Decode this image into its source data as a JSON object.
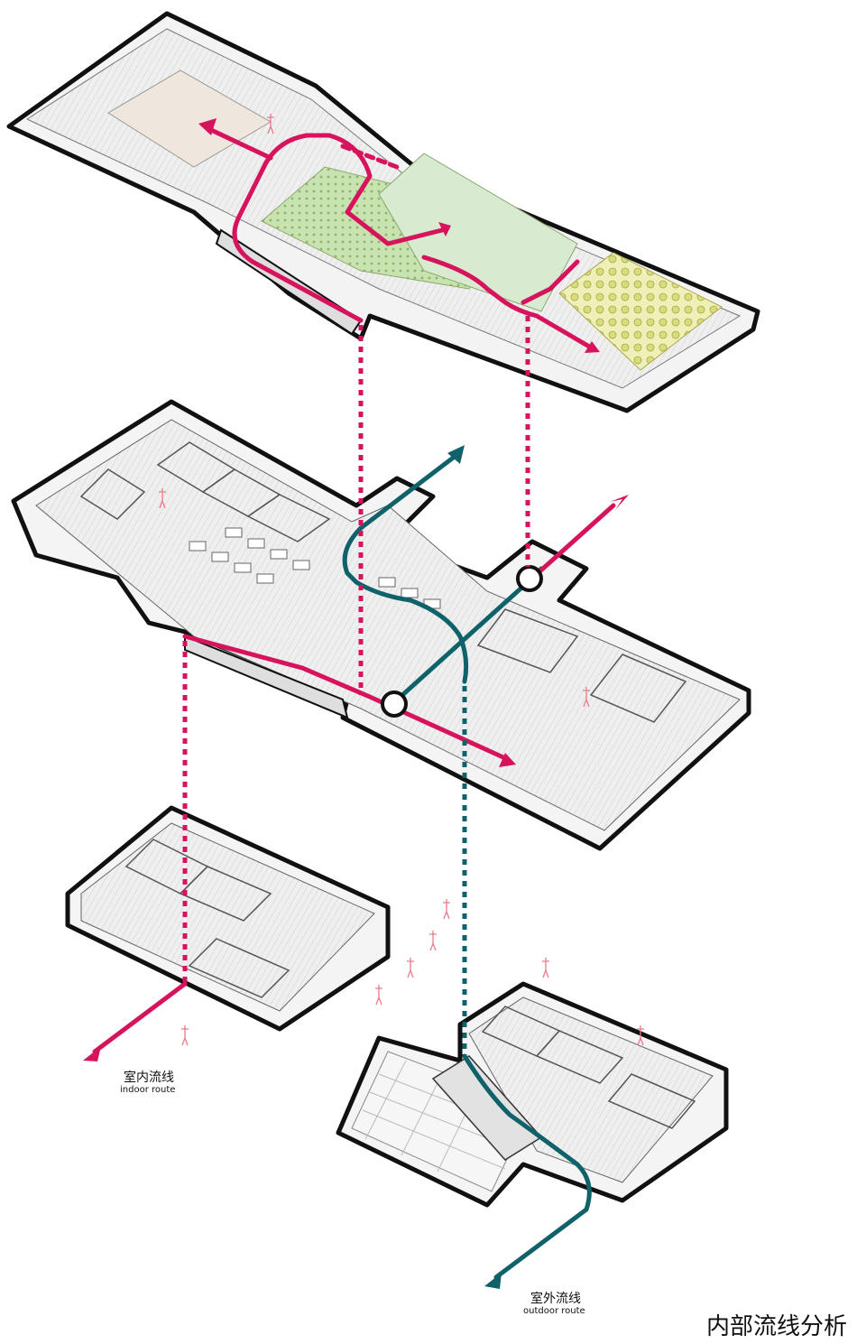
{
  "colors": {
    "indoor_route": "#d6135c",
    "outdoor_route": "#0f6269",
    "outline": "#111111",
    "floor": "#e6e6e6",
    "wall": "#f4f4f4",
    "people": "#e97a8a",
    "roof_garden": "#c9e3b0",
    "roof_flower": "#e6ea9a",
    "roof_panel": "#efe6de"
  },
  "icons": [
    "arrow-head-icon",
    "circle-node-icon"
  ],
  "labels": {
    "indoor_cn": "室内流线",
    "indoor_en": "indoor route",
    "outdoor_cn": "室外流线",
    "outdoor_en": "outdoor route",
    "title": "内部流线分析"
  }
}
